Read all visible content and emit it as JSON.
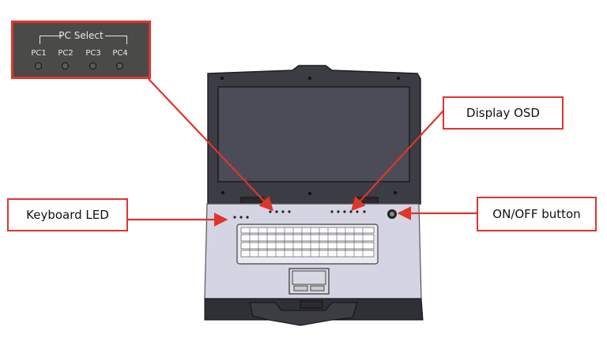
{
  "inset": {
    "title": "PC Select",
    "ports": [
      "PC1",
      "PC2",
      "PC3",
      "PC4"
    ]
  },
  "callouts": {
    "display_osd": "Display OSD",
    "keyboard_led": "Keyboard LED",
    "power_button": "ON/OFF button"
  },
  "colors": {
    "accent": "#e0352b",
    "chassis": "#3a3a40",
    "screen": "#4a4b55",
    "deck": "#d4d4e2"
  }
}
